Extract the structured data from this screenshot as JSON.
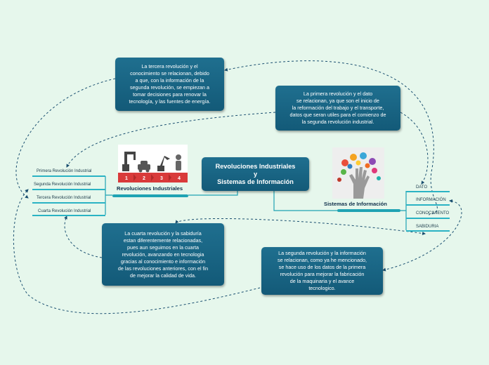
{
  "central": {
    "line1": "Revoluciones Industriales",
    "line2": "y",
    "line3": "Sistemas de Información"
  },
  "topics": {
    "revoluciones": "Revoluciones Industriales",
    "sistemas": "Sistemas de Información"
  },
  "revoluciones_items": [
    "Primera Revolución Industrial",
    "Segunda Revolución Industrial",
    "Tercera Revolución Industrial",
    "Cuarta Revolución Industrial"
  ],
  "sistemas_items": [
    "DATO",
    "INFORMACIÓN",
    "CONOCIMIENTO",
    "SABIDURIA"
  ],
  "notes": {
    "tercera": "La tercera revolución y el\nconocimiento se relacionan, debido\na que, con la información de la\nsegunda revolución, se empiezan a\ntomar decisiones para renovar la\ntecnología, y las fuentes de energía.",
    "primera": "La primera revolución y el dato\nse relacionan, ya que son el inicio de\nla reformación del trabajo y el transporte,\ndatos que seran utiles para el comienzo de\nla segunda revolución industrial.",
    "cuarta": "La cuarta revolución y la sabiduría\nestan diferentemente relacionadas,\npues aun seguimos en la cuarta\nrevolución, avanzando en tecnologia\ngracias al conocimiento e información\nde las revoluciones anteriores, con el fin\nde mejorar la calidad de vida.",
    "segunda": "La segunda revolución y la información\nse relacionan, como ya he mencionado,\nse hace uso de los datos de la primera\nrevolución para mejorar la fabricación\nde la maquinaria y el avance\ntecnologico."
  },
  "factory_steps": [
    "1",
    "2",
    "3",
    "4"
  ],
  "colors": {
    "background": "#e6f7ec",
    "node": "#1a6584",
    "connector": "#1fa3b3",
    "dashed": "#1a4f70",
    "factory_red": "#d93a3a"
  }
}
